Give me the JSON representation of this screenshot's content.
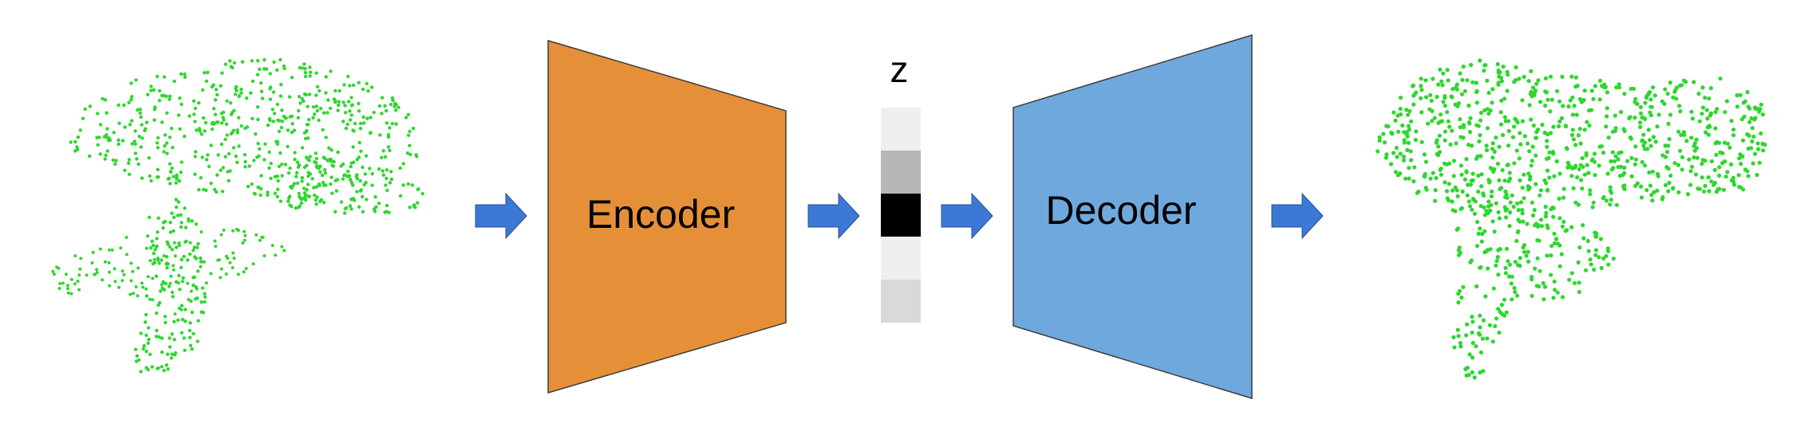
{
  "encoder": {
    "label": "Encoder",
    "color": "#E59038"
  },
  "decoder": {
    "label": "Decoder",
    "color": "#6FA8DC"
  },
  "latent": {
    "label": "z",
    "cells": [
      "#EFEFEF",
      "#B7B7B7",
      "#000000",
      "#EFEFEF",
      "#D9D9D9"
    ]
  },
  "arrows": {
    "color": "#3C78D8",
    "count": 4
  },
  "point_clouds": {
    "color": "#2FD62F",
    "input": "input-point-cloud",
    "output": "reconstructed-point-cloud"
  }
}
